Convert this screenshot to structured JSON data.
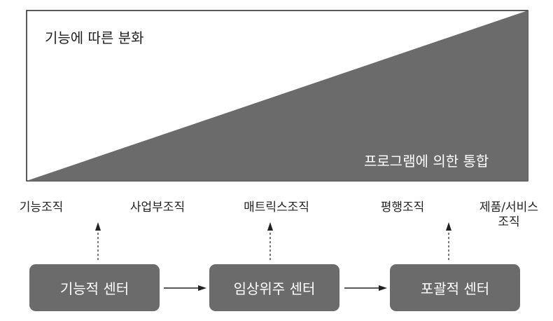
{
  "top_panel": {
    "label_left": "기능에 따른 분화",
    "label_right": "프로그램에 의한 통합",
    "fill_color": "#6b6b6b"
  },
  "structures": [
    "기능조직",
    "사업부조직",
    "매트릭스조직",
    "평행조직",
    "제품/서비스\n조직"
  ],
  "centers": [
    "기능적 센터",
    "임상위주 센터",
    "포괄적 센터"
  ]
}
